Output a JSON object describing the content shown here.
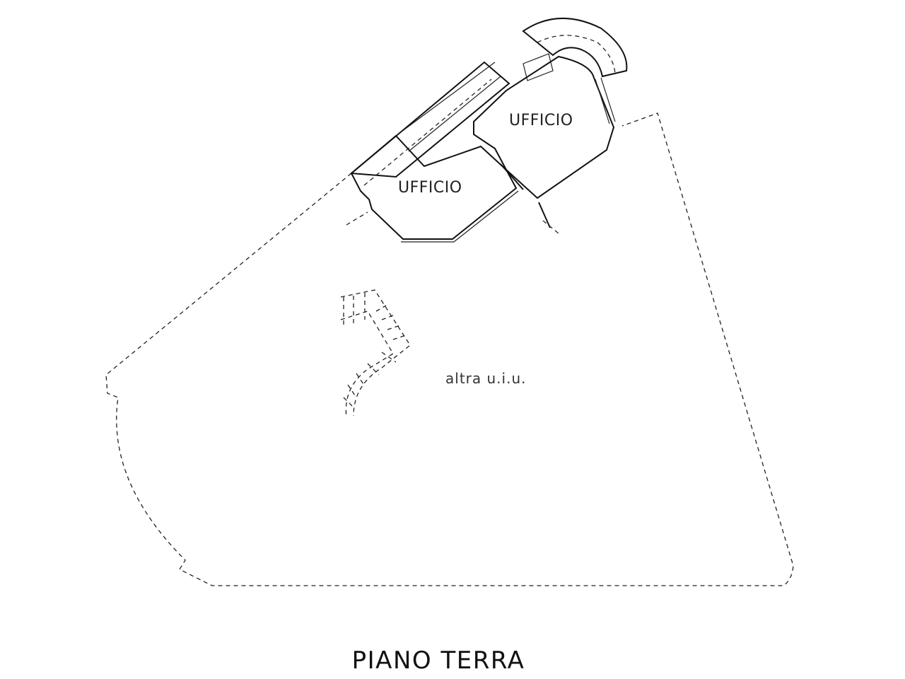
{
  "labels": {
    "office_upper": "UFFICIO",
    "office_lower": "UFFICIO",
    "other_unit": "altra u.i.u.",
    "floor_title": "PIANO TERRA"
  }
}
